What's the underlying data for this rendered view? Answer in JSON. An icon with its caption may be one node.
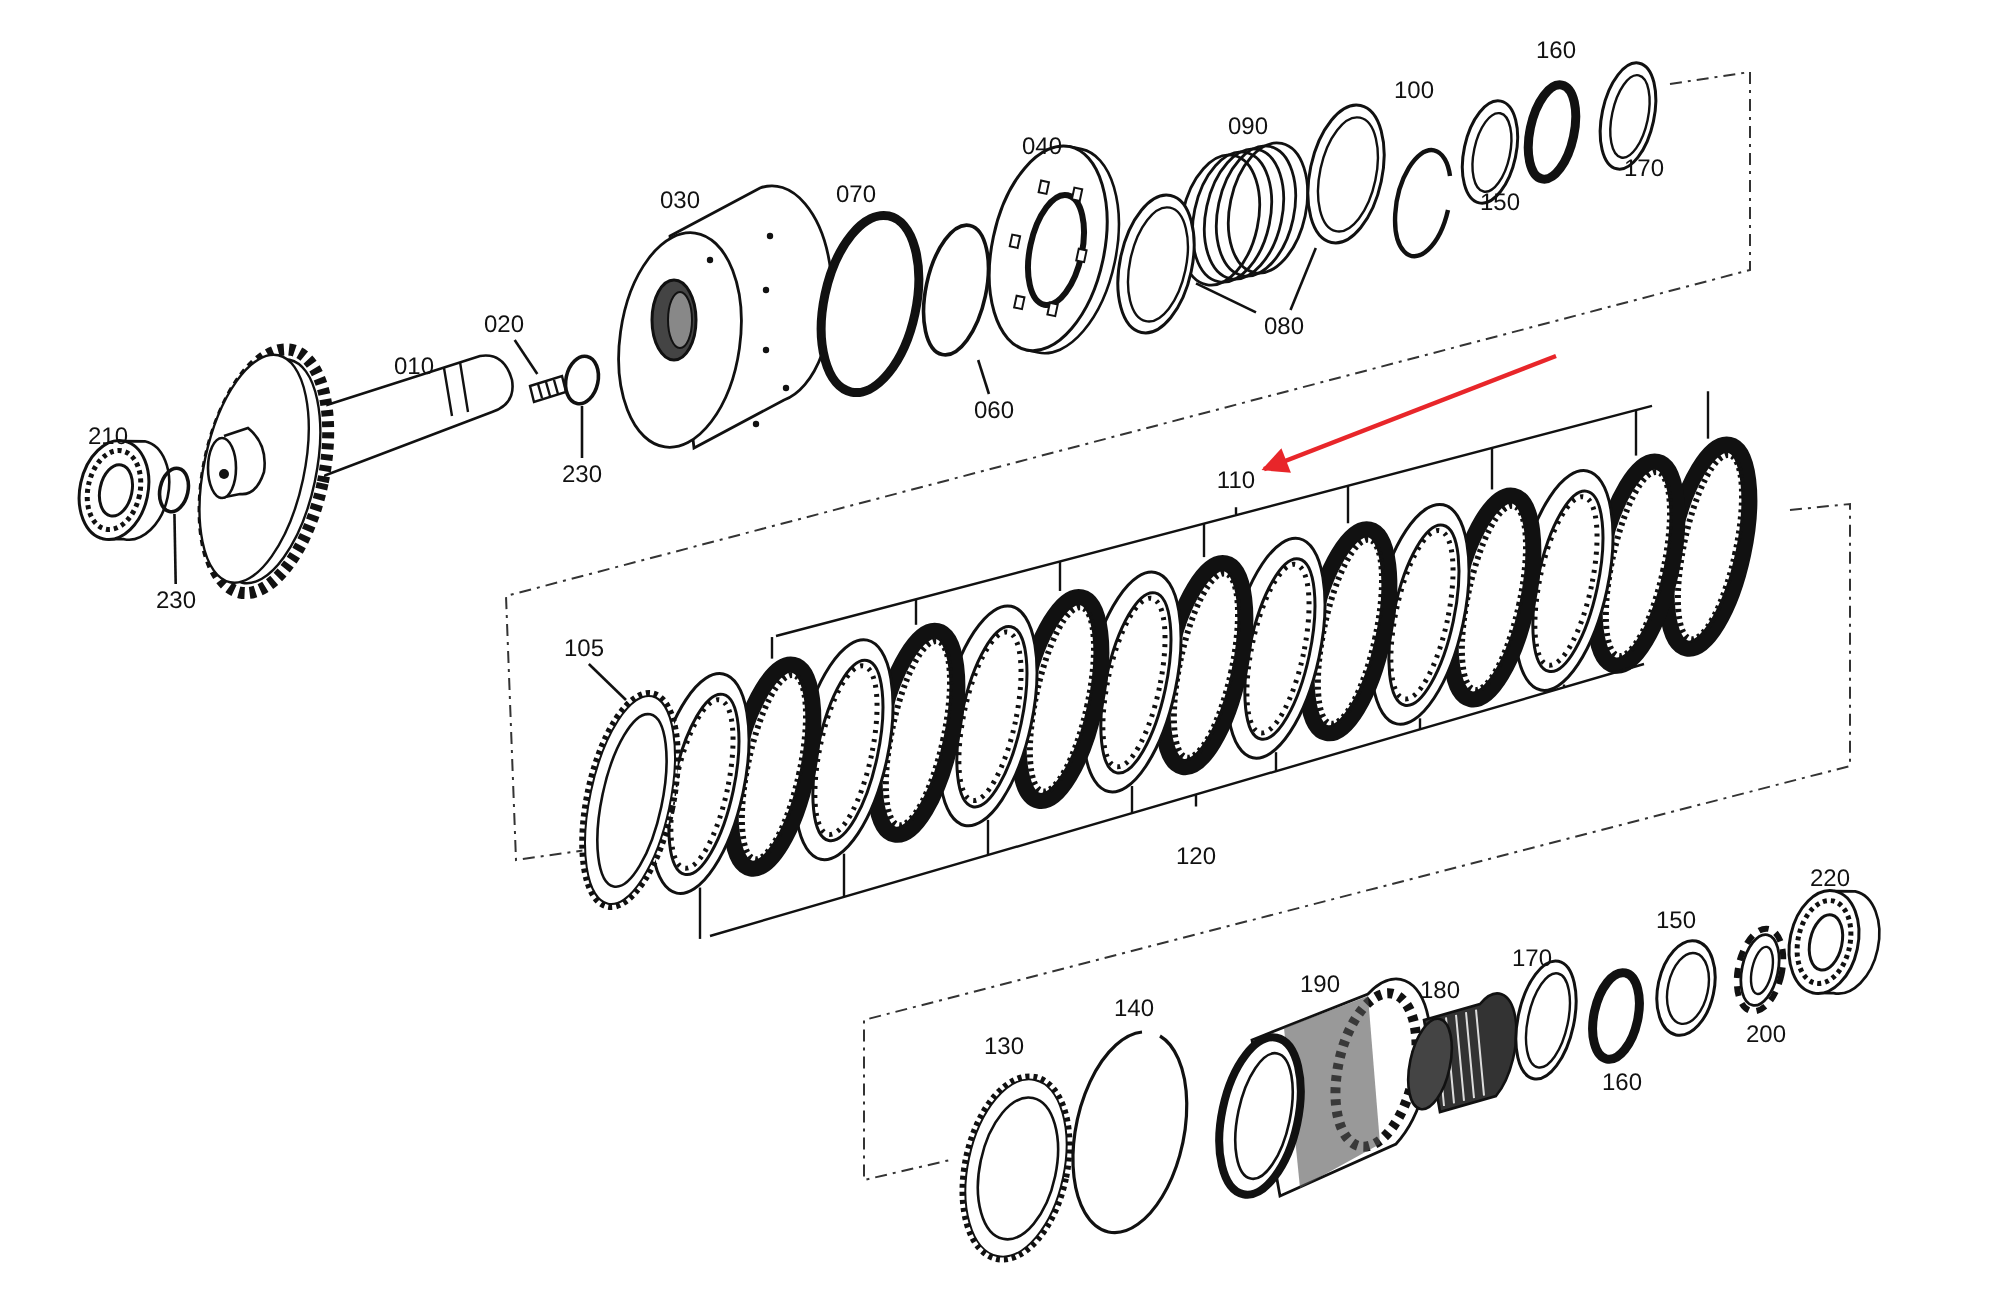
{
  "diagram": {
    "nodes": [
      {
        "text": [
          "020"
        ]
      },
      {
        "text": [],
        "shape": "picture"
      },
      {
        "text": [
          "230"
        ]
      },
      {
        "text": [],
        "shape": "circle"
      },
      {
        "text": [
          "230"
        ]
      },
      {
        "text": [],
        "shape": "circle"
      },
      {
        "text": [
          "060"
        ]
      },
      {
        "text": [],
        "shape": "circle"
      },
      {
        "text": [
          "080"
        ]
      },
      {
        "text": [],
        "shape": "circle"
      },
      {
        "text": [],
        "shape": "circle"
      },
      {
        "text": [
          "105"
        ]
      },
      {
        "text": [],
        "shape": "circle"
      },
      {
        "text": [
          "110"
        ]
      }
    ],
    "edges": [
      {
        "from": 0,
        "to": 1,
        "arrow": "none"
      },
      {
        "from": 2,
        "to": 3,
        "arrow": "none"
      },
      {
        "from": 4,
        "to": 5,
        "arrow": "none"
      },
      {
        "from": 6,
        "to": 7,
        "arrow": "none"
      },
      {
        "from": 8,
        "to": 9,
        "arrow": "none"
      },
      {
        "from": 8,
        "to": 10,
        "arrow": "none"
      },
      {
        "from": 11,
        "to": 12,
        "arrow": "none"
      },
      {
        "from": null,
        "to": 13,
        "arrow": "to",
        "color": "#e8262a"
      }
    ],
    "labels": [
      "160",
      "100",
      "090",
      "040",
      "170",
      "070",
      "150",
      "030",
      "010",
      "210",
      "120",
      "220",
      "150",
      "170",
      "190",
      "180",
      "140",
      "200",
      "130",
      "160"
    ]
  }
}
